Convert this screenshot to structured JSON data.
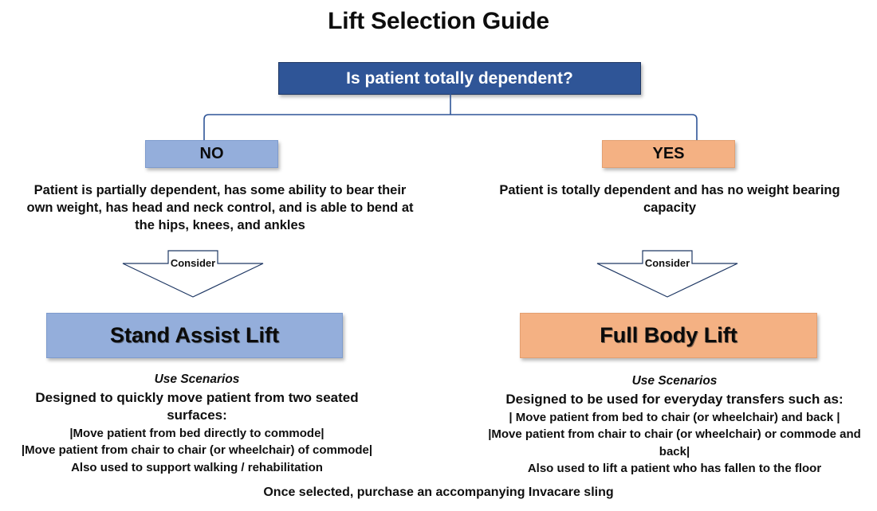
{
  "page": {
    "title": "Lift Selection Guide",
    "footer_note": "Once selected, purchase an accompanying Invacare sling"
  },
  "colors": {
    "root_fill": "#2F5597",
    "root_border": "#1F3864",
    "root_text": "#FFFFFF",
    "blue_fill": "#94AEDB",
    "blue_border": "#7E9BCD",
    "orange_fill": "#F4B183",
    "orange_border": "#E3A071",
    "connector_line": "#2F5597",
    "body_text": "#0F0F0F",
    "background": "#FFFFFF"
  },
  "flow": {
    "root": {
      "label": "Is patient totally dependent?"
    },
    "branches": [
      {
        "id": "no",
        "label": "NO",
        "description": "Patient is partially dependent, has some ability to bear their own weight, has head and neck control, and is able to bend at the hips, knees, and ankles",
        "connector_label": "Consider",
        "result": "Stand Assist Lift",
        "scenarios": {
          "heading": "Use Scenarios",
          "lead": "Designed to quickly move patient from two seated surfaces:",
          "items": [
            "|Move patient from bed directly to commode|",
            "|Move patient from chair to chair (or wheelchair) of commode|",
            "Also used to support walking / rehabilitation"
          ]
        }
      },
      {
        "id": "yes",
        "label": "YES",
        "description": "Patient is totally dependent and has no weight bearing capacity",
        "connector_label": "Consider",
        "result": "Full Body Lift",
        "scenarios": {
          "heading": "Use Scenarios",
          "lead": "Designed to be used for everyday transfers such as:",
          "items": [
            "| Move patient from bed to chair (or wheelchair) and back |",
            "|Move patient from chair to chair (or wheelchair) or commode and back|",
            "Also used to lift a patient who has fallen to the floor"
          ]
        }
      }
    ]
  }
}
